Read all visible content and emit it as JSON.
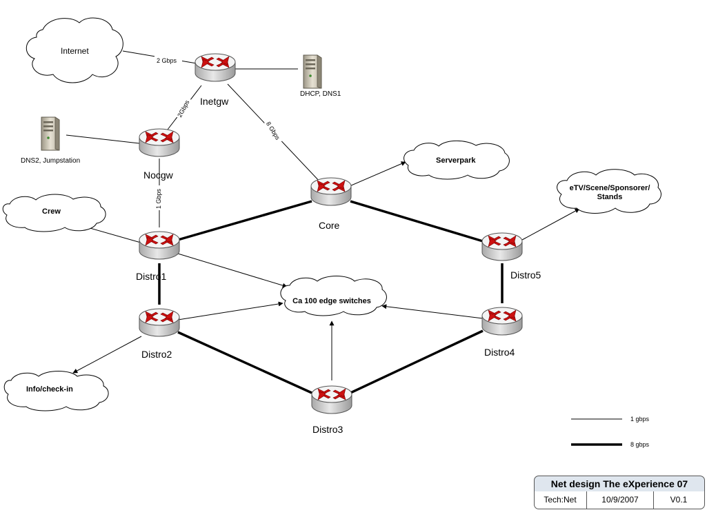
{
  "diagram": {
    "routers": [
      {
        "id": "inetgw",
        "label": "Inetgw"
      },
      {
        "id": "nocgw",
        "label": "Nocgw"
      },
      {
        "id": "core",
        "label": "Core"
      },
      {
        "id": "distro1",
        "label": "Distro1"
      },
      {
        "id": "distro2",
        "label": "Distro2"
      },
      {
        "id": "distro3",
        "label": "Distro3"
      },
      {
        "id": "distro4",
        "label": "Distro4"
      },
      {
        "id": "distro5",
        "label": "Distro5"
      }
    ],
    "clouds": [
      {
        "id": "internet",
        "label": "Internet"
      },
      {
        "id": "serverpark",
        "label": "Serverpark"
      },
      {
        "id": "etv",
        "label_lines": [
          "eTV/Scene/Sponsorer/",
          "Stands"
        ]
      },
      {
        "id": "crew",
        "label": "Crew"
      },
      {
        "id": "edge",
        "label": "Ca 100 edge switches"
      },
      {
        "id": "info",
        "label": "Info/check-in"
      }
    ],
    "servers": [
      {
        "id": "dhcp",
        "label": "DHCP, DNS1"
      },
      {
        "id": "dns2",
        "label": "DNS2, Jumpstation"
      }
    ],
    "links": [
      {
        "id": "internet-inetgw",
        "label": "2 Gbps"
      },
      {
        "id": "inetgw-nocgw",
        "label": "2Gbps"
      },
      {
        "id": "inetgw-core",
        "label": "8 Gbps"
      },
      {
        "id": "nocgw-distro1",
        "label": "1 Gbps"
      }
    ]
  },
  "legend": [
    {
      "label": "1 gbps",
      "weight": "thin"
    },
    {
      "label": "8 gbps",
      "weight": "thick"
    }
  ],
  "title_block": {
    "title": "Net design The eXperience 07",
    "author": "Tech:Net",
    "date": "10/9/2007",
    "version": "V0.1"
  },
  "colors": {
    "router_top": "#f2f2f2",
    "router_side": "#c8c8c8",
    "router_arrow": "#cc1010",
    "title_header": "#dfe6ee"
  }
}
